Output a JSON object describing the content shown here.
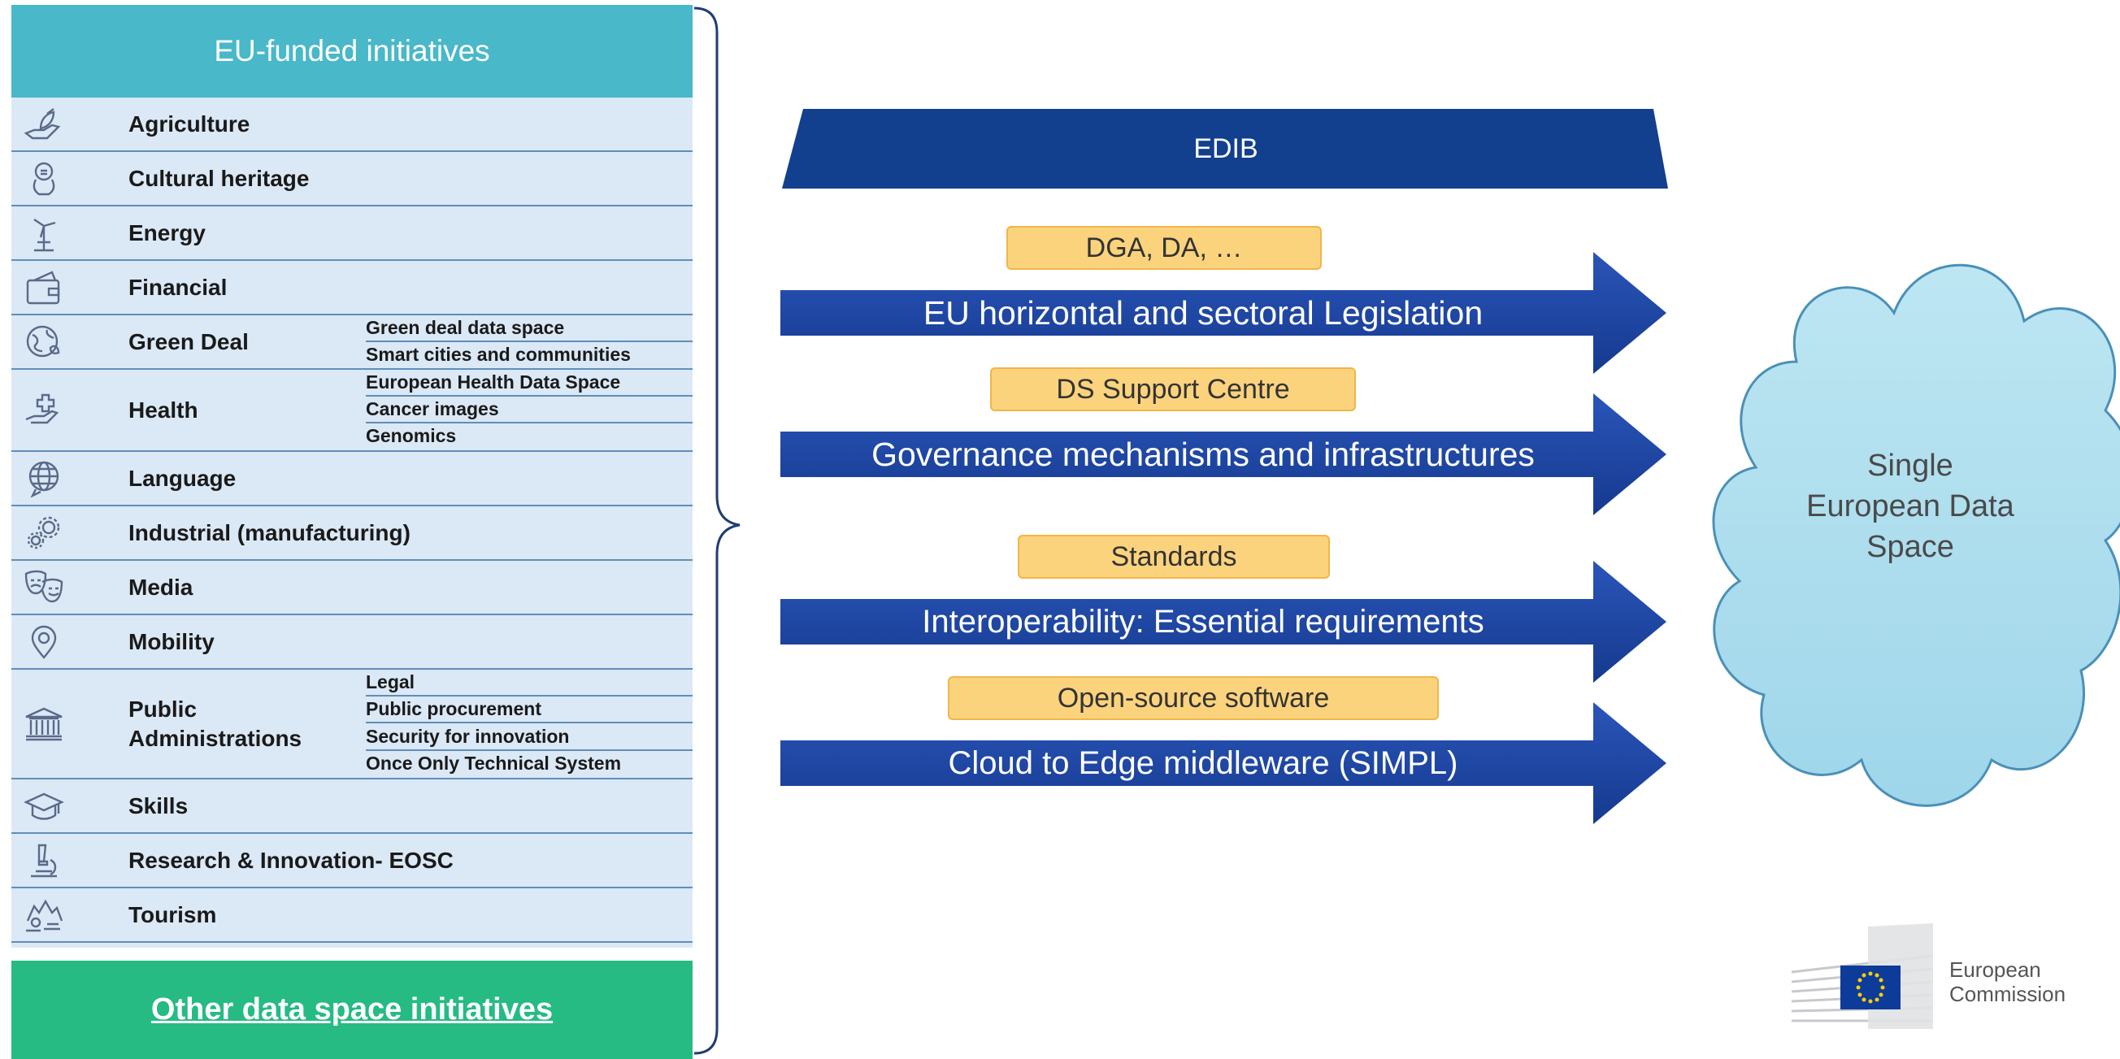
{
  "left_panel": {
    "header": "EU-funded initiatives",
    "rows": [
      {
        "label": "Agriculture",
        "icon": "agriculture-hand-icon"
      },
      {
        "label": "Cultural heritage",
        "icon": "cultural-heritage-icon"
      },
      {
        "label": "Energy",
        "icon": "wind-turbine-icon"
      },
      {
        "label": "Financial",
        "icon": "wallet-icon"
      },
      {
        "label": "Green Deal",
        "icon": "globe-leaf-icon",
        "subs": [
          "Green deal data space",
          "Smart cities and communities"
        ]
      },
      {
        "label": "Health",
        "icon": "health-hand-icon",
        "subs": [
          "European Health Data Space",
          "Cancer images",
          "Genomics"
        ]
      },
      {
        "label": "Language",
        "icon": "globe-speech-icon"
      },
      {
        "label": "Industrial (manufacturing)",
        "icon": "gears-icon"
      },
      {
        "label": "Media",
        "icon": "theatre-masks-icon"
      },
      {
        "label": "Mobility",
        "icon": "location-pin-icon"
      },
      {
        "label": "Public\nAdministrations",
        "label_lines": [
          "Public",
          "Administrations"
        ],
        "icon": "government-building-icon",
        "subs": [
          "Legal",
          "Public procurement",
          "Security for innovation",
          "Once Only Technical System"
        ]
      },
      {
        "label": "Skills",
        "icon": "graduation-cap-icon"
      },
      {
        "label": "Research & Innovation- EOSC",
        "icon": "microscope-icon"
      },
      {
        "label": "Tourism",
        "icon": "tourism-icon"
      }
    ],
    "other": "Other data space initiatives"
  },
  "edib": {
    "label": "EDIB"
  },
  "arrows": [
    {
      "tag": "DGA, DA, …",
      "label": "EU horizontal and sectoral Legislation"
    },
    {
      "tag": "DS Support Centre",
      "label": "Governance mechanisms and infrastructures"
    },
    {
      "tag": "Standards",
      "label": "Interoperability: Essential requirements"
    },
    {
      "tag": "Open-source software",
      "label": "Cloud to Edge middleware (SIMPL)"
    }
  ],
  "cloud": {
    "lines": [
      "Single",
      "European Data",
      "Space"
    ]
  },
  "logo": {
    "lines": [
      "European",
      "Commission"
    ]
  },
  "colors": {
    "header": "#49b8c9",
    "table_bg": "#dbe8f6",
    "other_bg": "#26bb83",
    "arrow_blue": "#1a3fa0",
    "tag_bg": "#fbd37d",
    "cloud_fill": "#a9dcec"
  }
}
